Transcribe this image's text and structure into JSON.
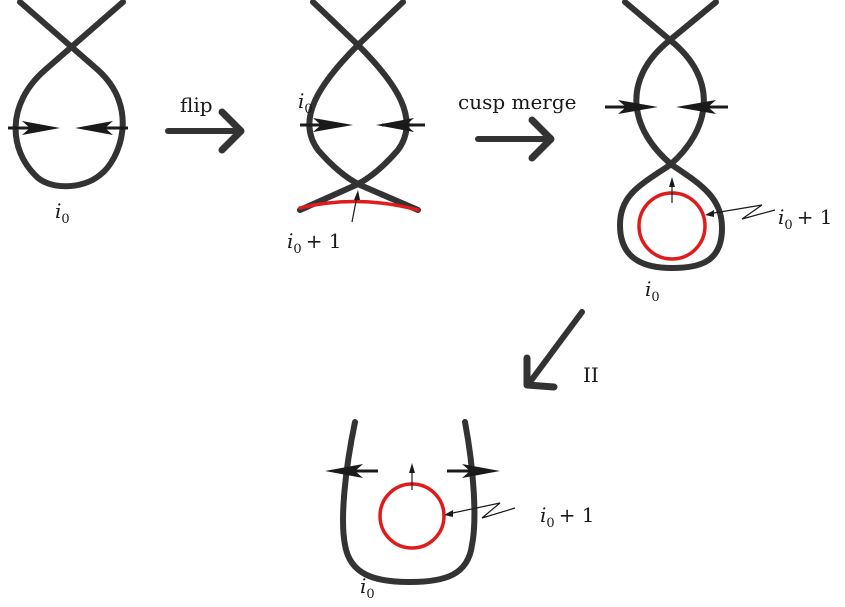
{
  "labels": {
    "flip": "flip",
    "cusp_merge": "cusp merge",
    "move_II": "II",
    "i_base": "i",
    "sub_zero": "0",
    "plus_one": "+ 1"
  },
  "colors": {
    "stroke": "#333333",
    "highlight": "#e01b1b"
  }
}
